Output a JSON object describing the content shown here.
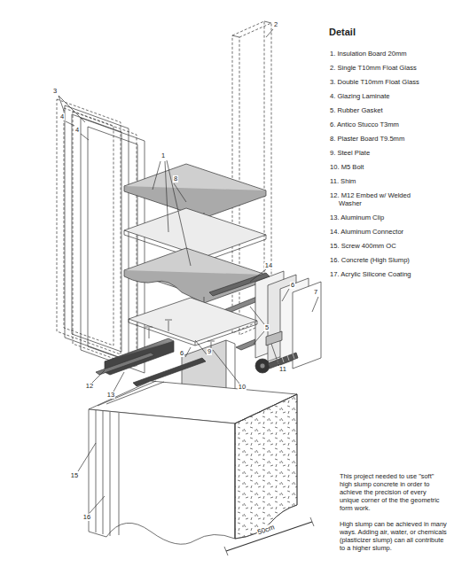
{
  "diagram": {
    "title": "Detail",
    "labels": [
      "1. Insulation Board 20mm",
      "2. Single T10mm Float Glass",
      "3. Double T10mm Float Glass",
      "4. Glazing Laminate",
      "5. Rubber Gasket",
      "6. Antico Stucco T3mm",
      "8. Plaster Board T9.5mm",
      "9. Steel Plate",
      "10. M5 Bolt",
      "11. Shim",
      "12. M12 Embed w/ Welded Washer",
      "13. Aluminum Clip",
      "14. Aluminum Connector",
      "15. Screw 400mm OC",
      "16. Concrete (High Slump)",
      "17. Acrylic Silicone Coating",
      "1",
      "2",
      "3",
      "4",
      "4",
      "5",
      "6",
      "6",
      "7",
      "8",
      "9",
      "10",
      "11",
      "12",
      "13",
      "14",
      "15",
      "16",
      "50cm",
      "This project needed to use \"soft\" high slump concrete in order to achieve the precision of every unique corner of the the geometric form work.",
      "High slump can be achieved in many ways. Adding air, water, or chemicals (plasticizer slump) can all contribute to a higher slump."
    ]
  }
}
